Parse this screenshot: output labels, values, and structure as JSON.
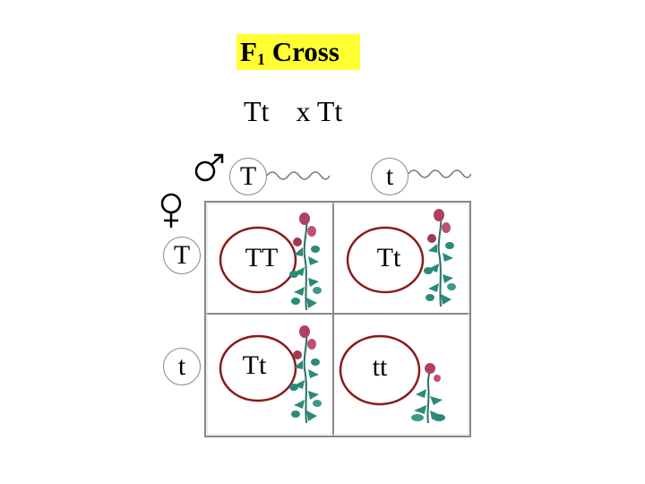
{
  "title": {
    "main": "F",
    "sub": "1",
    "rest": " Cross"
  },
  "parents": {
    "left": "Tt",
    "right": "x Tt"
  },
  "male_gametes": [
    "T",
    "t"
  ],
  "female_gametes": [
    "T",
    "t"
  ],
  "cells": [
    {
      "genotype": "TT",
      "plant": "tall-plant-icon"
    },
    {
      "genotype": "Tt",
      "plant": "tall-plant-icon"
    },
    {
      "genotype": "Tt",
      "plant": "tall-plant-icon"
    },
    {
      "genotype": "tt",
      "plant": "short-plant-icon"
    }
  ],
  "colors": {
    "title_bg": "#ffff33",
    "circle": "#8b1a1a",
    "leaf": "#2a8a78",
    "flower": "#b04060",
    "grid": "#888888"
  },
  "icons": {
    "male": "male-symbol-icon",
    "female": "female-symbol-icon",
    "sperm": "sperm-icon"
  }
}
